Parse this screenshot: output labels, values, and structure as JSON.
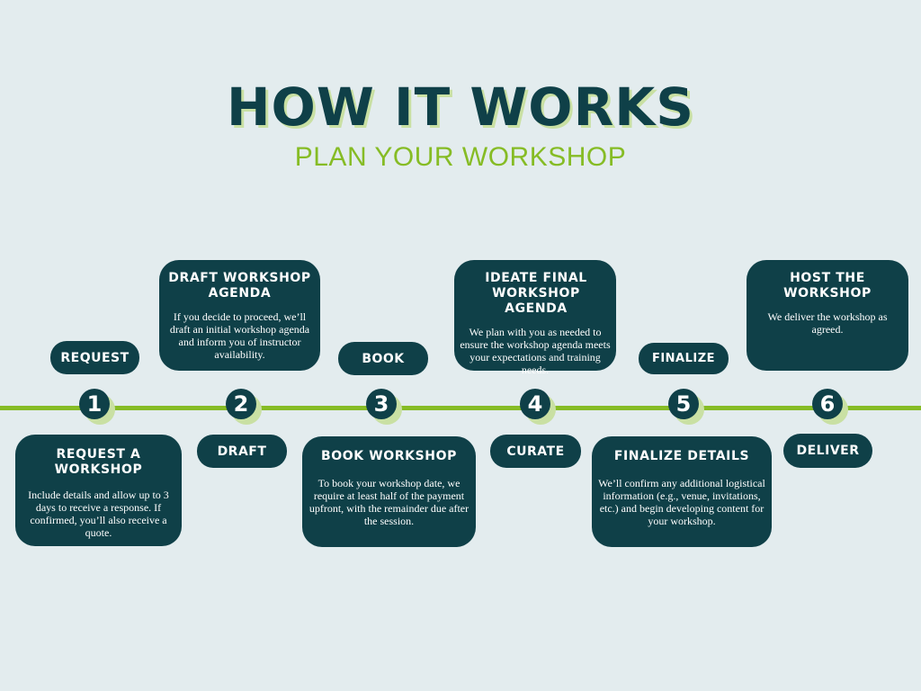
{
  "header": {
    "title": "HOW IT WORKS",
    "subtitle": "PLAN YOUR WORKSHOP"
  },
  "colors": {
    "background": "#e3ecee",
    "primary": "#0f4048",
    "accent": "#86bc25",
    "shadow": "#c9e0a3"
  },
  "steps": [
    {
      "number": "1",
      "label": "REQUEST",
      "title": "REQUEST A WORKSHOP",
      "description": "Include details and allow up to 3 days to receive a response. If confirmed, you’ll also receive a quote."
    },
    {
      "number": "2",
      "label": "DRAFT",
      "title": "DRAFT WORKSHOP AGENDA",
      "description": "If you decide to proceed, we’ll draft an initial workshop agenda and inform you of instructor availability."
    },
    {
      "number": "3",
      "label": "BOOK",
      "title": "BOOK WORKSHOP",
      "description": "To book your workshop date, we require at least half of the payment upfront, with the remainder due after the session."
    },
    {
      "number": "4",
      "label": "CURATE",
      "title": "IDEATE FINAL WORKSHOP AGENDA",
      "description": "We plan with you as needed to ensure the workshop agenda meets your expectations and training needs."
    },
    {
      "number": "5",
      "label": "FINALIZE",
      "title": "FINALIZE DETAILS",
      "description": "We’ll confirm any additional logistical information (e.g., venue, invitations, etc.) and begin developing content for your workshop."
    },
    {
      "number": "6",
      "label": "DELIVER",
      "title": "HOST THE WORKSHOP",
      "description": "We deliver the workshop as agreed."
    }
  ]
}
